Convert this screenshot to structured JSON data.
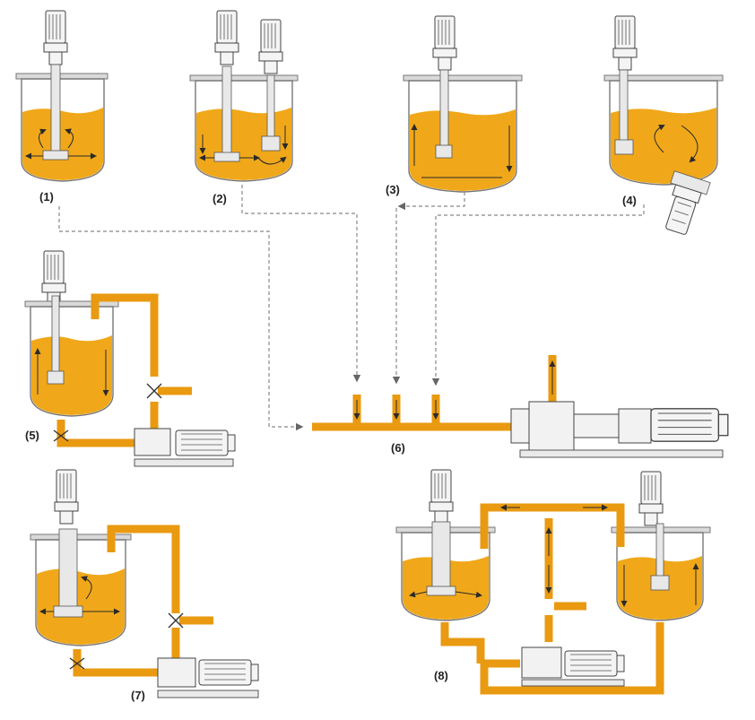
{
  "labels": {
    "l1": "(1)",
    "l2": "(2)",
    "l3": "(3)",
    "l4": "(4)",
    "l5": "(5)",
    "l6": "(6)",
    "l7": "(7)",
    "l8": "(8)"
  },
  "colors": {
    "liquid": "#f0a81a",
    "pipe": "#e99a10",
    "outline": "#777777",
    "dashed_connector": "#888888"
  }
}
